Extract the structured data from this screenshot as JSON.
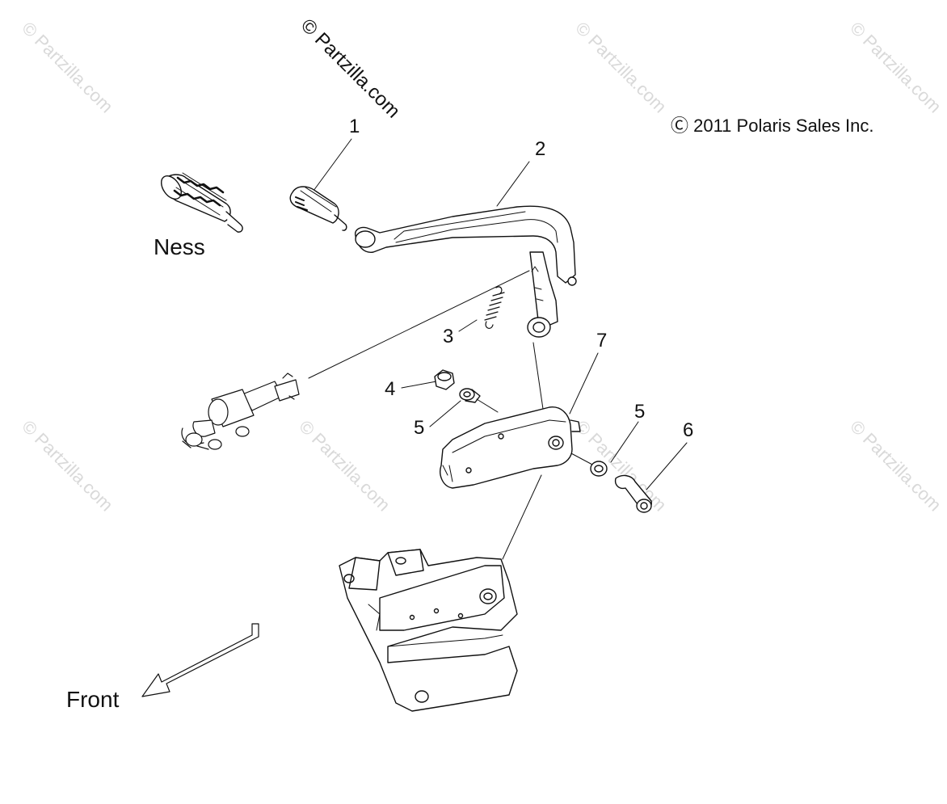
{
  "watermarks": {
    "primary": "© Partzilla.com",
    "faint": "© Partzilla.com"
  },
  "copyright": "Ⓒ 2011 Polaris Sales Inc.",
  "labels": {
    "ness": "Ness",
    "front": "Front"
  },
  "callouts": [
    "1",
    "2",
    "3",
    "4",
    "5",
    "7",
    "5",
    "6"
  ]
}
